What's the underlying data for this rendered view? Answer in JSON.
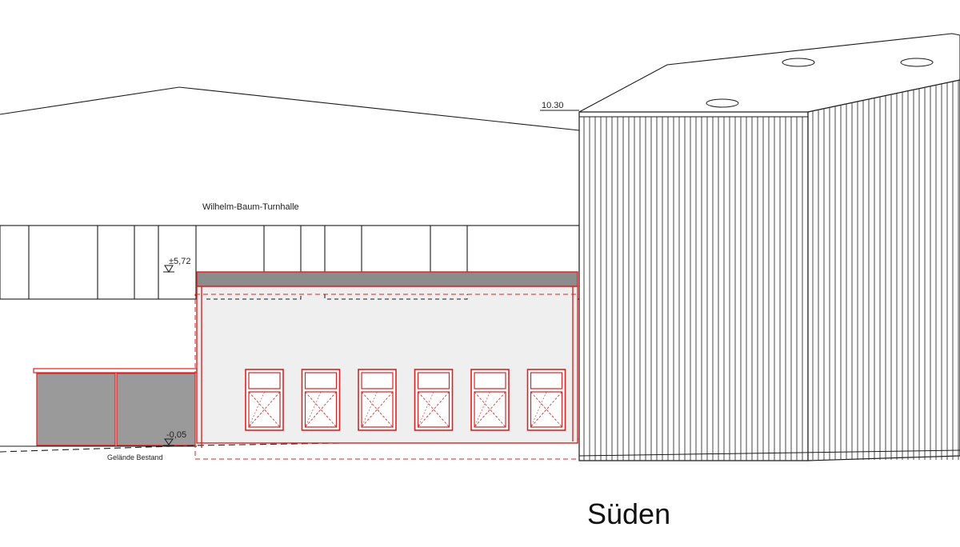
{
  "drawing": {
    "building_name": "Wilhelm-Baum-Turnhalle",
    "level_top": "±5,72",
    "level_ground": "-0,05",
    "level_hall": "10.30",
    "terrain_label": "Gelände Bestand",
    "view_title": "Süden"
  },
  "colors": {
    "line": "#1a1a1a",
    "new_construction": "#e02020",
    "garage_fill": "#9a9a9a",
    "facade_fill": "#efefef"
  },
  "new_building": {
    "window_count": 6
  }
}
